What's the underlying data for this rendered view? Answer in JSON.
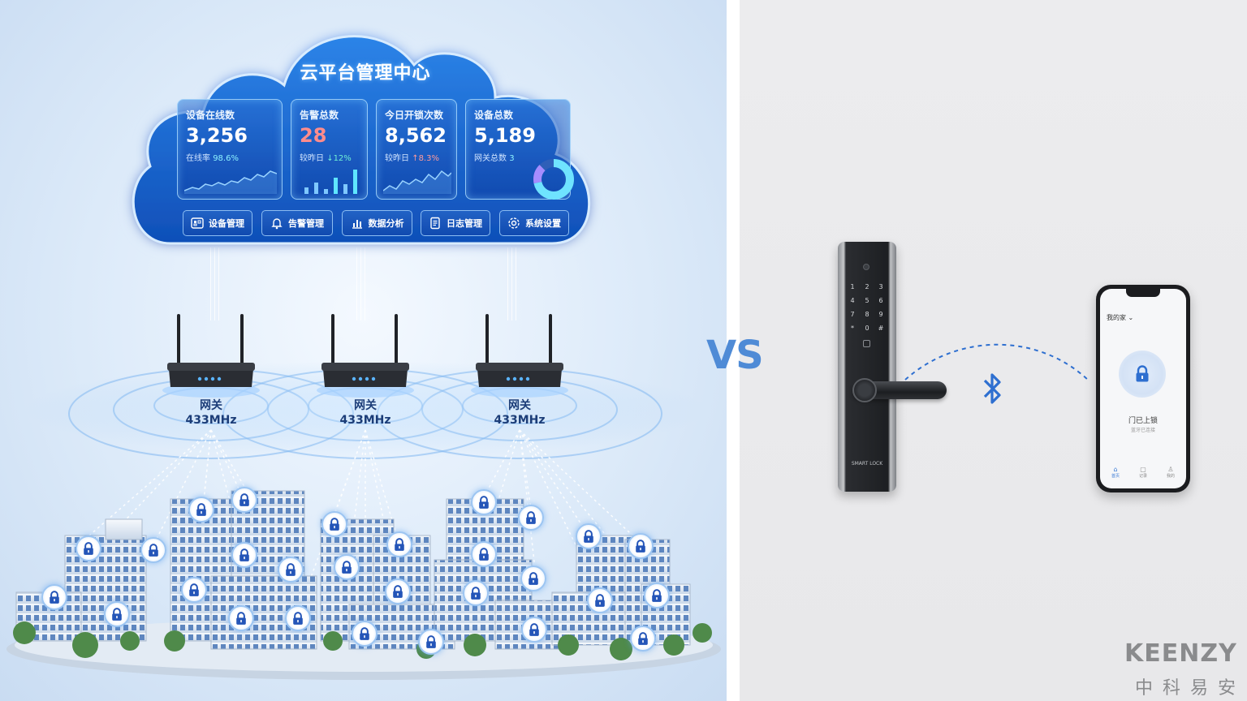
{
  "cloud": {
    "title": "云平台管理中心",
    "cards": [
      {
        "label": "设备在线数",
        "value": "3,256",
        "sub_label": "在线率",
        "sub_value": "98.6%"
      },
      {
        "label": "告警总数",
        "value": "28",
        "sub_label": "较昨日",
        "sub_value": "↓12%"
      },
      {
        "label": "今日开锁次数",
        "value": "8,562",
        "sub_label": "较昨日",
        "sub_value": "↑8.3%"
      },
      {
        "label": "设备总数",
        "value": "5,189",
        "sub_label": "网关总数",
        "sub_value": "3"
      }
    ],
    "nav": [
      {
        "label": "设备管理",
        "icon": "device-icon"
      },
      {
        "label": "告警管理",
        "icon": "bell-icon"
      },
      {
        "label": "数据分析",
        "icon": "chart-icon"
      },
      {
        "label": "日志管理",
        "icon": "document-icon"
      },
      {
        "label": "系统设置",
        "icon": "gear-icon"
      }
    ]
  },
  "gateways": [
    {
      "name": "网关",
      "freq": "433MHz"
    },
    {
      "name": "网关",
      "freq": "433MHz"
    },
    {
      "name": "网关",
      "freq": "433MHz"
    }
  ],
  "vs": "VS",
  "smart_lock": {
    "keys": [
      "1",
      "2",
      "3",
      "4",
      "5",
      "6",
      "7",
      "8",
      "9",
      "*",
      "0",
      "#"
    ],
    "label": "SMART LOCK"
  },
  "phone": {
    "home_label": "我的家 ⌄",
    "status": "门已上锁",
    "substatus": "蓝牙已连接",
    "tabs": [
      "首页",
      "记录",
      "我的"
    ]
  },
  "brand": {
    "name": "KEENZY",
    "name_cn": "中科易安"
  },
  "colors": {
    "accent": "#3a7bd5",
    "vs": "#4f8bd6",
    "bluetooth": "#2e6fd0"
  }
}
